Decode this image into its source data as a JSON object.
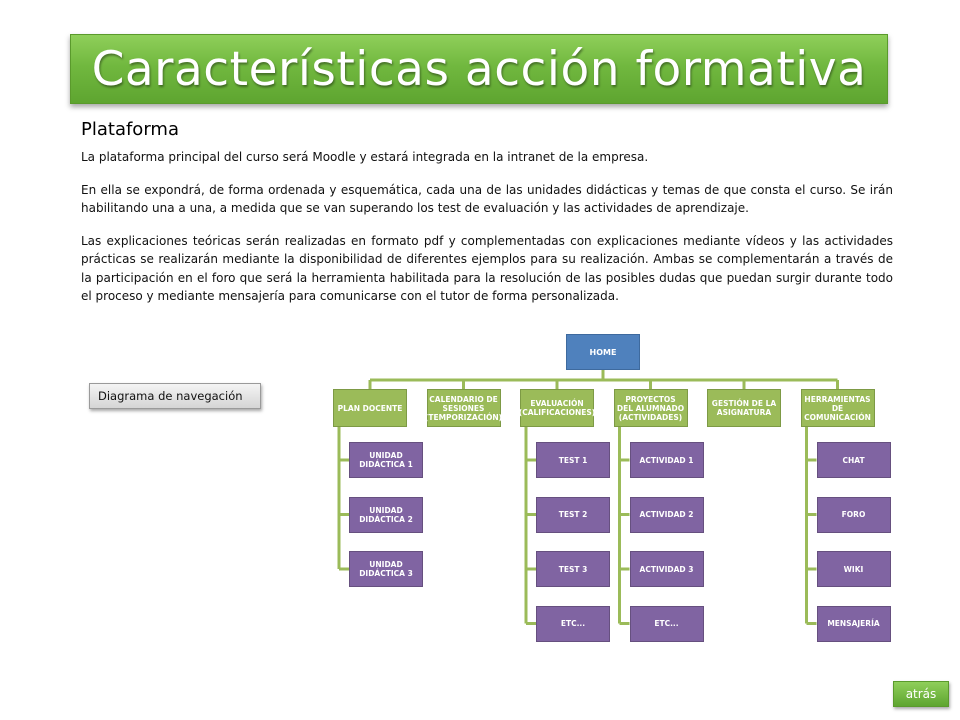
{
  "title": "Características acción formativa",
  "subtitle": "Plataforma",
  "paragraphs": [
    "La plataforma principal del curso será Moodle y estará integrada en la intranet de la empresa.",
    "En ella se expondrá, de forma ordenada y esquemática, cada una de las unidades didácticas y temas de que consta el curso. Se irán habilitando una a una, a medida que se van superando los test de evaluación y las actividades de aprendizaje.",
    "Las explicaciones teóricas serán realizadas en formato pdf y complementadas con explicaciones mediante vídeos y las actividades prácticas se realizarán mediante la disponibilidad de diferentes ejemplos para su realización. Ambas se complementarán a través de la participación en el foro que será la herramienta habilitada para la resolución de las posibles dudas que puedan surgir durante todo el proceso y mediante mensajería para comunicarse con el tutor de forma personalizada."
  ],
  "nav_button": "Diagrama de navegación",
  "back_button": "atrás",
  "colors": {
    "banner": "#71b83f",
    "home": "#4f81bd",
    "category": "#9bbb59",
    "leaf": "#8064a2"
  },
  "diagram": {
    "root": "HOME",
    "categories": [
      {
        "label": "PLAN DOCENTE",
        "children": [
          "UNIDAD DIDÁCTICA 1",
          "UNIDAD DIDÁCTICA 2",
          "UNIDAD DIDÁCTICA 3"
        ]
      },
      {
        "label": "CALENDARIO DE SESIONES (TEMPORIZACIÓN)",
        "children": []
      },
      {
        "label": "EVALUACIÓN (CALIFICACIONES)",
        "children": [
          "TEST 1",
          "TEST 2",
          "TEST 3",
          "ETC..."
        ]
      },
      {
        "label": "PROYECTOS DEL ALUMNADO (ACTIVIDADES)",
        "children": [
          "ACTIVIDAD 1",
          "ACTIVIDAD 2",
          "ACTIVIDAD 3",
          "ETC..."
        ]
      },
      {
        "label": "GESTIÓN DE LA ASIGNATURA",
        "children": []
      },
      {
        "label": "HERRAMIENTAS DE COMUNICACIÓN",
        "children": [
          "CHAT",
          "FORO",
          "WIKI",
          "MENSAJERÍA"
        ]
      }
    ]
  }
}
